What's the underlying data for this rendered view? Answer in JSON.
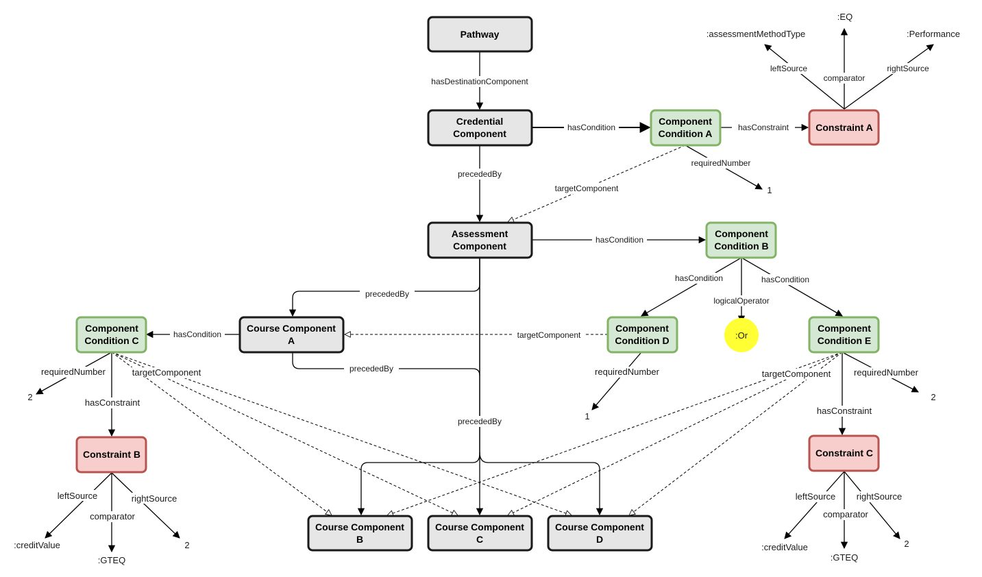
{
  "colors": {
    "gray_fill": "#e6e6e6",
    "gray_stroke": "#1a1a1a",
    "green_fill": "#d5e8d4",
    "green_stroke": "#82b366",
    "red_fill": "#f8cecc",
    "red_stroke": "#b85450",
    "yellow_fill": "#ffff33"
  },
  "nodes": {
    "pathway": [
      "Pathway"
    ],
    "credential": [
      "Credential",
      "Component"
    ],
    "assessment": [
      "Assessment",
      "Component"
    ],
    "course_a": [
      "Course Component",
      "A"
    ],
    "course_b": [
      "Course Component",
      "B"
    ],
    "course_c": [
      "Course Component",
      "C"
    ],
    "course_d": [
      "Course Component",
      "D"
    ],
    "cond_a": [
      "Component",
      "Condition A"
    ],
    "cond_b": [
      "Component",
      "Condition B"
    ],
    "cond_c": [
      "Component",
      "Condition C"
    ],
    "cond_d": [
      "Component",
      "Condition D"
    ],
    "cond_e": [
      "Component",
      "Condition E"
    ],
    "constraint_a": [
      "Constraint A"
    ],
    "constraint_b": [
      "Constraint B"
    ],
    "constraint_c": [
      "Constraint C"
    ],
    "or_node": ":Or"
  },
  "labels": {
    "hasDestinationComponent": "hasDestinationComponent",
    "precededBy": "precededBy",
    "hasCondition": "hasCondition",
    "hasConstraint": "hasConstraint",
    "requiredNumber": "requiredNumber",
    "targetComponent": "targetComponent",
    "logicalOperator": "logicalOperator",
    "leftSource": "leftSource",
    "rightSource": "rightSource",
    "comparator": "comparator"
  },
  "values": {
    "assessmentMethodType": ":assessmentMethodType",
    "eq": ":EQ",
    "performance": ":Performance",
    "creditValue": ":creditValue",
    "gteq": ":GTEQ",
    "one": "1",
    "two": "2"
  }
}
